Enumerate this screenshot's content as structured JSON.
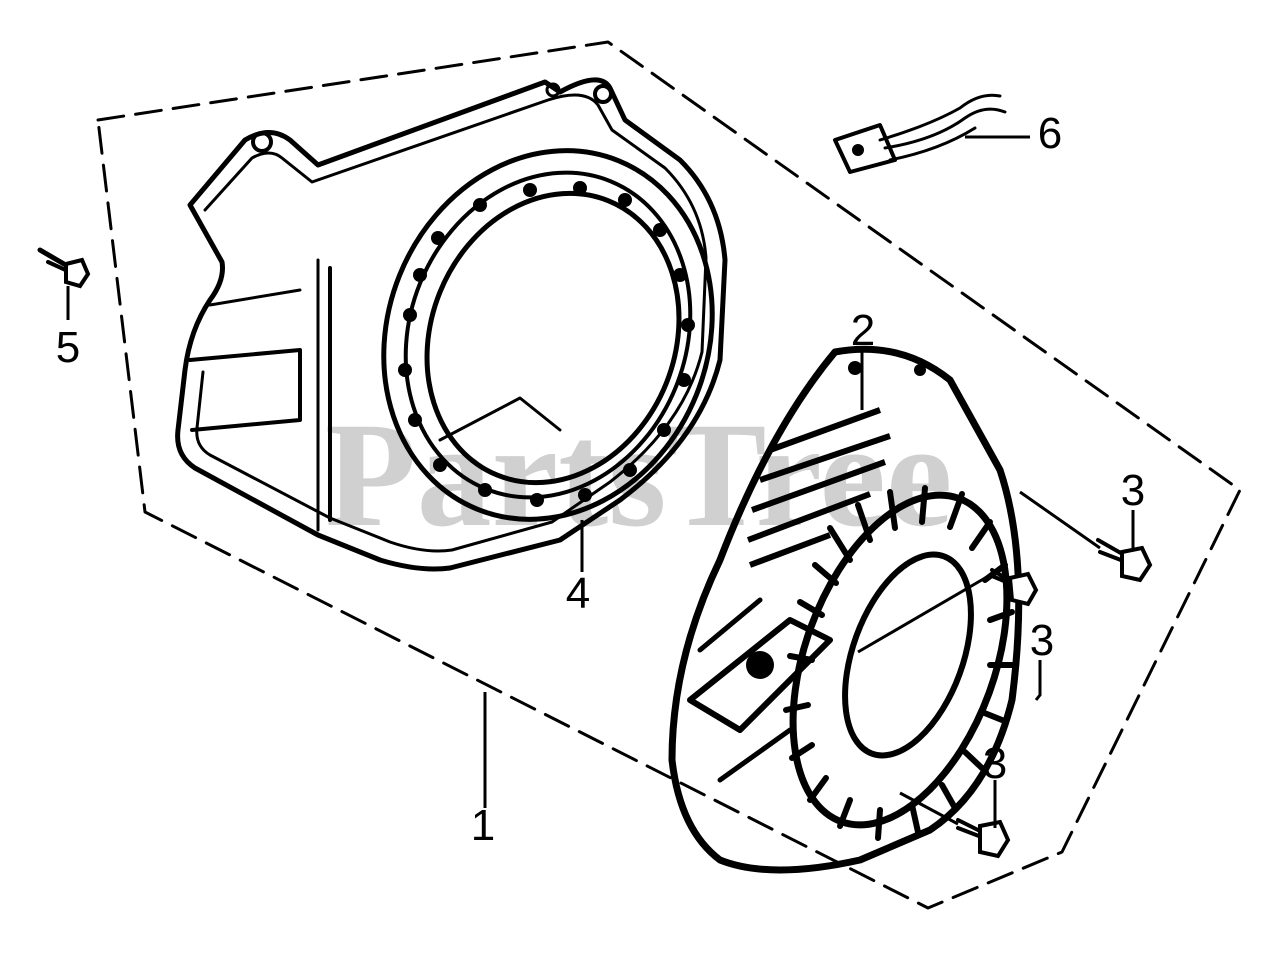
{
  "diagram": {
    "watermark": "PartsTree",
    "callouts": [
      {
        "id": "1",
        "label": "1"
      },
      {
        "id": "2",
        "label": "2"
      },
      {
        "id": "3a",
        "label": "3"
      },
      {
        "id": "3b",
        "label": "3"
      },
      {
        "id": "3c",
        "label": "3"
      },
      {
        "id": "4",
        "label": "4"
      },
      {
        "id": "5",
        "label": "5"
      },
      {
        "id": "6",
        "label": "6"
      }
    ],
    "parts": [
      {
        "id": "fan-cover",
        "icon": "fan-cover-shroud"
      },
      {
        "id": "recoil-starter",
        "icon": "recoil-starter-assembly"
      },
      {
        "id": "flange-bolt",
        "icon": "bolt-icon"
      },
      {
        "id": "screw",
        "icon": "screw-icon"
      },
      {
        "id": "oil-sensor",
        "icon": "sensor-icon"
      }
    ],
    "colors": {
      "line": "#000000",
      "watermark": "#c8c8c8",
      "background": "#ffffff"
    }
  }
}
